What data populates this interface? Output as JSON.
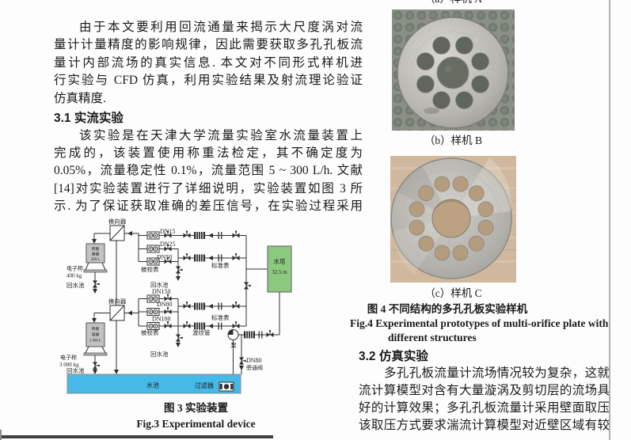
{
  "colors": {
    "tower_green": "#8cc87d",
    "pool_cyan": "#46b9e7",
    "text": "#1a1a1a"
  },
  "left_column": {
    "para1": [
      "由于本文要利用回流通量来揭示大尺度涡对流",
      "量计计量精度的影响规律，因此需要获取多孔孔板流",
      "量计内部流场的真实信息. 本文对不同形式样机进",
      "行实验与 CFD 仿真，利用实验结果及射流理论验证",
      "仿真精度."
    ],
    "heading": "3.1  实流实验",
    "para2": [
      "该实验是在天津大学流量实验室水流量装置上",
      "完成的，该装置使用称重法检定，其不确定度为",
      "0.05%，流量稳定性 0.1%，流量范围 5 ~ 300 L/h. 文献",
      "[14]对实验装置进行了详细说明，实验装置如图 3 所",
      "示. 为了保证获取准确的差压信号，在实验过程采用"
    ],
    "fig3_caption_zh": "图 3  实验装置",
    "fig3_caption_en": "Fig.3  Experimental device"
  },
  "diagram": {
    "diverter": "换向器",
    "weigh_tank_small": [
      "称重",
      "容器",
      "300 L"
    ],
    "weigh_tank_large": [
      "称重",
      "容器",
      "2 000 L"
    ],
    "scale_small": [
      "电子称",
      "400 kg"
    ],
    "scale_large": [
      "电子称",
      "3 000 kg"
    ],
    "return_pool": "回水池",
    "meter_under_test": "被校表",
    "standard_meter": "标准表",
    "bellows": "波纹管",
    "water_tower": [
      "水塔",
      "32.5 m"
    ],
    "pump": "泵",
    "bypass": [
      "DN80",
      "旁通阀"
    ],
    "pool": "水池",
    "filter": "过滤器",
    "dn": {
      "dn15": "DN15",
      "dn25": "DN25",
      "dn50": "DN50",
      "dn150": "DN150",
      "dn80": "DN80",
      "dn100": "DN100"
    }
  },
  "right_column": {
    "photo_a_caption": "（a）样机 A",
    "photo_b_caption": "（b）样机 B",
    "photo_c_caption": "（c）样机 C",
    "fig4_caption_zh": "图 4  不同结构的多孔孔板实验样机",
    "fig4_caption_en_line1": "Fig.4  Experimental prototypes of multi-orifice plate with",
    "fig4_caption_en_line2": "different structures",
    "heading": "3.2  仿真实验",
    "para": [
      "多孔孔板流量计流场情况较为复杂，这就要求湍",
      "流计算模型对含有大量漩涡及剪切层的流场具有较",
      "好的计算效果；多孔孔板流量计采用壁面取压方式，",
      "该取压方式要求湍流计算模型对近壁区域有较好的"
    ]
  }
}
